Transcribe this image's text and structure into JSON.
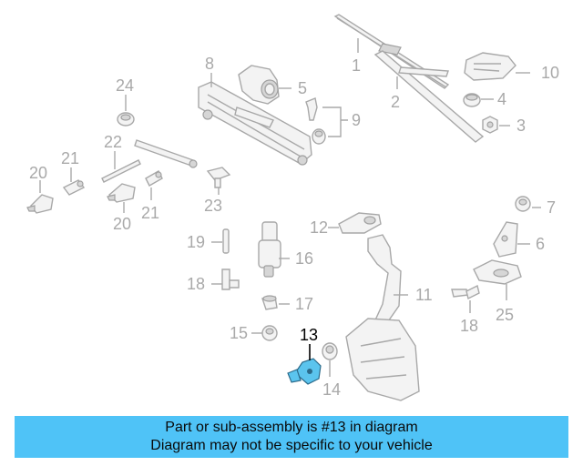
{
  "highlight_color": "#4fc3f7",
  "labels": {
    "p1": "1",
    "p2": "2",
    "p3": "3",
    "p4": "4",
    "p5": "5",
    "p6": "6",
    "p7": "7",
    "p8": "8",
    "p9": "9",
    "p10": "10",
    "p11": "11",
    "p12": "12",
    "p13": "13",
    "p14": "14",
    "p15": "15",
    "p16": "16",
    "p17": "17",
    "p18a": "18",
    "p18b": "18",
    "p19": "19",
    "p20a": "20",
    "p20b": "20",
    "p21a": "21",
    "p21b": "21",
    "p22": "22",
    "p23": "23",
    "p24": "24",
    "p25": "25"
  },
  "banner": {
    "line1": "Part or sub-assembly is #13 in diagram",
    "line2": "Diagram may not be specific to your vehicle"
  }
}
